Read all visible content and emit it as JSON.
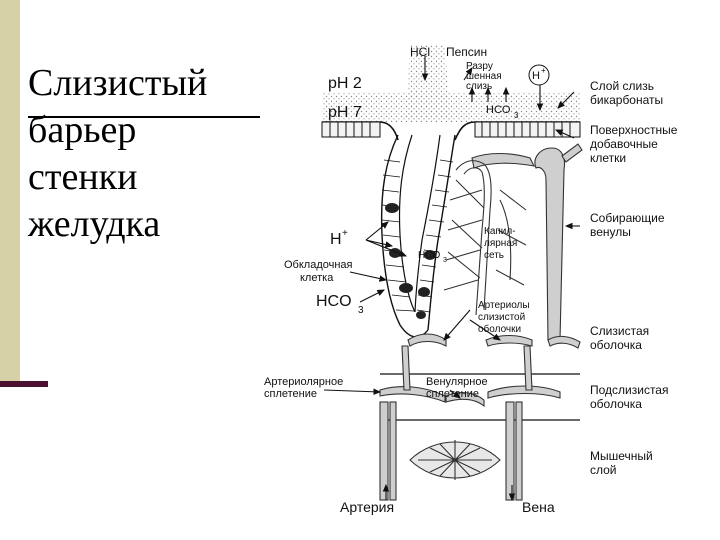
{
  "slide": {
    "title_lines": [
      "Слизистый",
      "барьер",
      "стенки",
      "желудка"
    ],
    "colors": {
      "sidebar": "#d7d1a8",
      "accent_line": "#4a1230",
      "figure_bg": "#ffffff",
      "tissue_fill": "#cfcfcf",
      "mucus_dots": "#9a9a9a"
    }
  },
  "diagram": {
    "top_labels": {
      "hcl": "HCl",
      "pepsin": "Пепсин",
      "degraded_mucus": [
        "Разру",
        "шенная",
        "слизь"
      ],
      "h_plus": "H",
      "h_plus_sup": "+",
      "ph2": "pH 2",
      "ph7": "pH 7",
      "hco3_top": "HCO",
      "hco3_top_sub": "3"
    },
    "left_labels": {
      "h_plus": "H",
      "h_plus_sup": "+",
      "parietal_cell": [
        "Обкладочная",
        "клетка"
      ],
      "hco3": "HCO",
      "hco3_sub": "3",
      "hco3_inner": "HCO",
      "hco3_inner_sub": "3",
      "arteriolar_plexus": [
        "Артериолярное",
        "сплетение"
      ],
      "venular_plexus": [
        "Венулярное",
        "сплетение"
      ],
      "capillary_net": [
        "Капил-",
        "лярная",
        "сеть"
      ],
      "mucosal_arterioles": [
        "Артериолы",
        "слизистой",
        "оболочки"
      ]
    },
    "right_labels": {
      "mucus_bicarb_layer": [
        "Слой слизь",
        "бикарбонаты"
      ],
      "surface_cells": [
        "Поверхностные",
        "добавочные",
        "клетки"
      ],
      "collecting_venules": [
        "Собирающие",
        "венулы"
      ],
      "mucosa": [
        "Слизистая",
        "оболочка"
      ],
      "submucosa": [
        "Подслизистая",
        "оболочка"
      ],
      "muscle_layer": [
        "Мышечный",
        "слой"
      ]
    },
    "bottom_labels": {
      "artery": "Артерия",
      "vein": "Вена"
    }
  }
}
